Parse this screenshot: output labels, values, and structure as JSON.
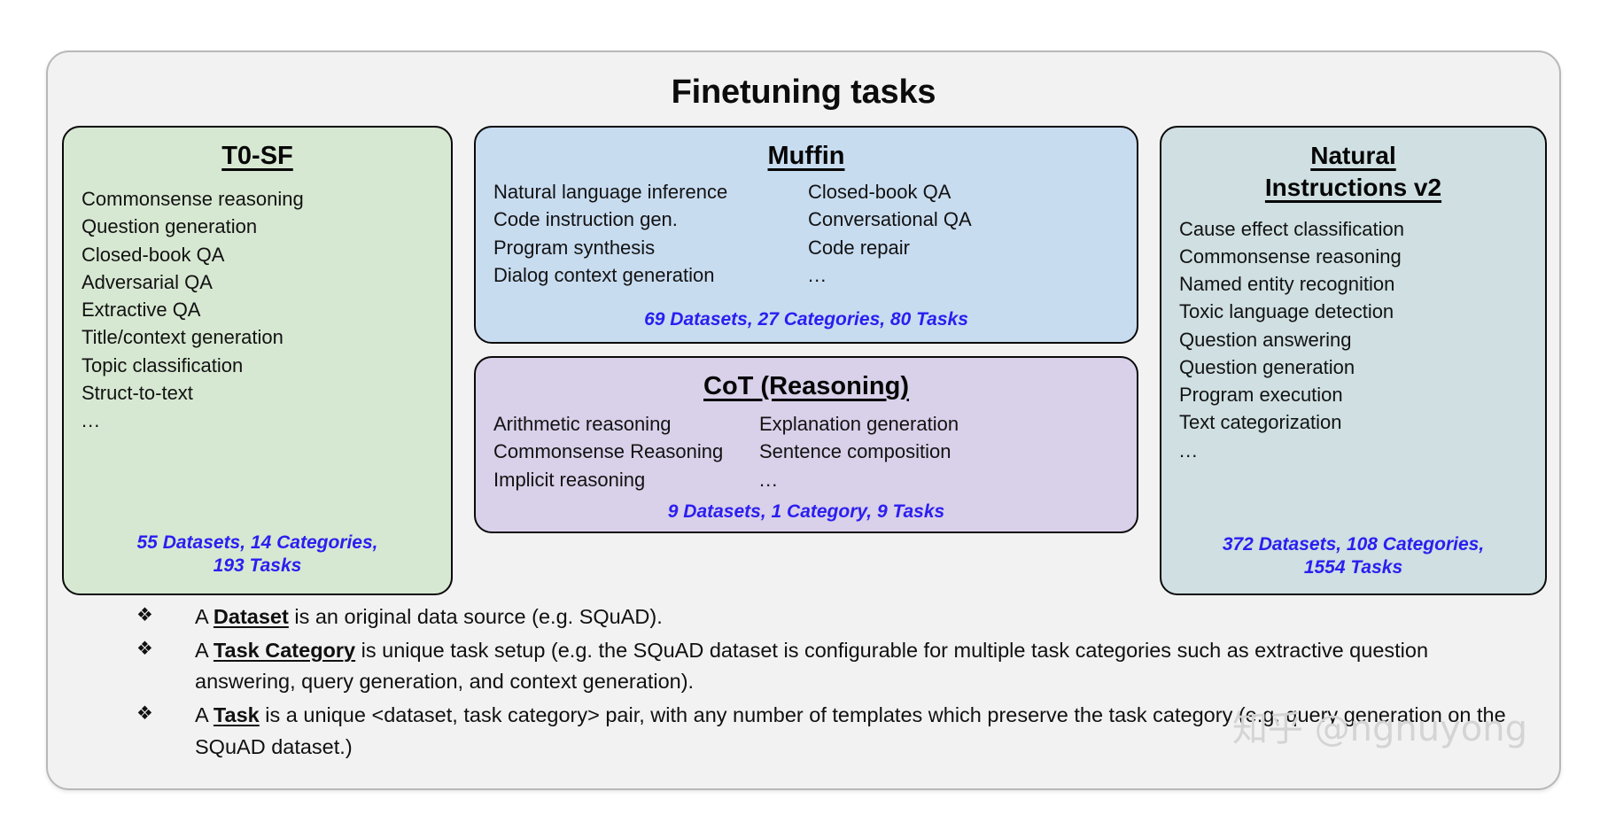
{
  "diagram": {
    "title": "Finetuning tasks",
    "watermark": "知乎 @ngnuyong"
  },
  "panels": {
    "t0sf": {
      "title": "T0-SF",
      "color": "#d7e8d2",
      "tasks": [
        "Commonsense reasoning",
        "Question generation",
        "Closed-book QA",
        "Adversarial QA",
        "Extractive QA",
        "Title/context generation",
        "Topic classification",
        "Struct-to-text"
      ],
      "ellipsis": "...",
      "stats_line1": "55 Datasets, 14 Categories,",
      "stats_line2": "193 Tasks"
    },
    "muffin": {
      "title": "Muffin",
      "color": "#c8dcf0",
      "tasks_left": [
        "Natural language inference",
        "Code instruction gen.",
        "Program synthesis",
        "Dialog context generation"
      ],
      "tasks_right": [
        "Closed-book QA",
        "Conversational QA",
        "Code repair"
      ],
      "ellipsis": "...",
      "stats": "69 Datasets, 27 Categories, 80 Tasks"
    },
    "cot": {
      "title": "CoT (Reasoning)",
      "color": "#d9d0e9",
      "tasks_left": [
        "Arithmetic reasoning",
        "Commonsense Reasoning",
        "Implicit reasoning"
      ],
      "tasks_right": [
        "Explanation generation",
        "Sentence composition"
      ],
      "ellipsis": "...",
      "stats": "9 Datasets, 1 Category, 9 Tasks"
    },
    "niv2": {
      "title_line1": "Natural",
      "title_line2": "Instructions v2",
      "color": "#cfdfe2",
      "tasks": [
        "Cause effect classification",
        "Commonsense reasoning",
        "Named entity recognition",
        "Toxic language detection",
        "Question answering",
        "Question generation",
        "Program execution",
        "Text categorization"
      ],
      "ellipsis": "...",
      "stats_line1": "372 Datasets, 108 Categories,",
      "stats_line2": "1554 Tasks"
    }
  },
  "notes": {
    "bullet_glyph": "❖",
    "items": [
      {
        "prefix": "A ",
        "term": "Dataset",
        "body": " is an original data source (e.g. SQuAD)."
      },
      {
        "prefix": "A ",
        "term": "Task Category",
        "body": " is unique task setup (e.g. the SQuAD dataset is configurable for multiple task categories such as extractive question answering, query generation, and context generation)."
      },
      {
        "prefix": "A ",
        "term": "Task",
        "body": " is a unique <dataset, task category> pair, with any number of templates which preserve the task category (e.g. query generation on the SQuAD dataset.)"
      }
    ]
  },
  "accent_colors": {
    "stats_blue": "#2a1ef0",
    "card_bg": "#f2f2f2",
    "card_border": "#b8b8b8"
  }
}
